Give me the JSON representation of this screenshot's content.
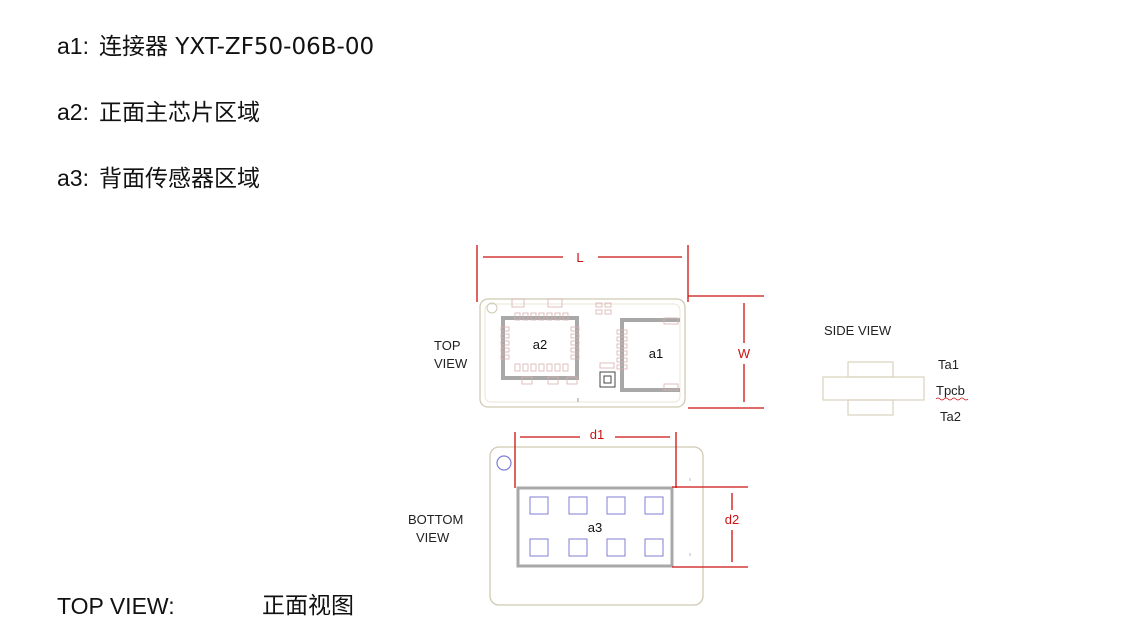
{
  "legend": [
    {
      "key": "a1:",
      "desc": "连接器  YXT-ZF50-06B-00"
    },
    {
      "key": "a2:",
      "desc": "正面主芯片区域"
    },
    {
      "key": "a3:",
      "desc": "背面传感器区域"
    }
  ],
  "views": {
    "top": {
      "line1": "TOP",
      "line2": "VIEW"
    },
    "bottom": {
      "line1": "BOTTOM",
      "line2": "VIEW"
    },
    "side": "SIDE VIEW"
  },
  "dimensions": {
    "length": "L",
    "width": "W",
    "sensor_length": "d1",
    "sensor_width": "d2"
  },
  "regions": {
    "connector": "a1",
    "main_chip": "a2",
    "sensor": "a3"
  },
  "side_labels": {
    "top_layer": "Ta1",
    "pcb": "Tpcb",
    "bottom_layer": "Ta2"
  },
  "footer": {
    "key": "TOP VIEW:",
    "desc": "正面视图"
  },
  "colors": {
    "dimension": "#cc1111",
    "outline": "#cfc9b4",
    "region": "#a8a8a8",
    "pad": "#7f7fd6"
  }
}
